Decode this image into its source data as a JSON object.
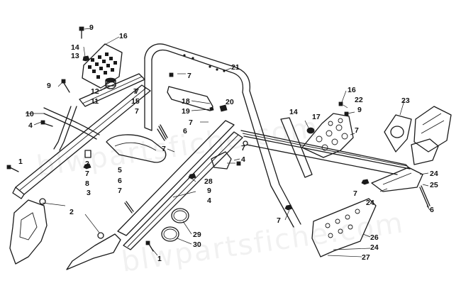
{
  "diagram": {
    "type": "exploded-parts-diagram",
    "watermark": "blwpartsfiche.com",
    "callouts": [
      {
        "id": "c-9-top",
        "label": "9"
      },
      {
        "id": "c-16-top",
        "label": "16"
      },
      {
        "id": "c-14-left",
        "label": "14"
      },
      {
        "id": "c-13",
        "label": "13"
      },
      {
        "id": "c-9-left",
        "label": "9"
      },
      {
        "id": "c-7-left",
        "label": "7"
      },
      {
        "id": "c-12",
        "label": "12"
      },
      {
        "id": "c-11",
        "label": "11"
      },
      {
        "id": "c-15",
        "label": "15"
      },
      {
        "id": "c-7-mid",
        "label": "7"
      },
      {
        "id": "c-10",
        "label": "10"
      },
      {
        "id": "c-4-left",
        "label": "4"
      },
      {
        "id": "c-2-left",
        "label": "2"
      },
      {
        "id": "c-7-bracket",
        "label": "7"
      },
      {
        "id": "c-8",
        "label": "8"
      },
      {
        "id": "c-1-left",
        "label": "1"
      },
      {
        "id": "c-3",
        "label": "3"
      },
      {
        "id": "c-2-low",
        "label": "2"
      },
      {
        "id": "c-21",
        "label": "21"
      },
      {
        "id": "c-7-top",
        "label": "7"
      },
      {
        "id": "c-7-tube",
        "label": "7"
      },
      {
        "id": "c-18",
        "label": "18"
      },
      {
        "id": "c-20",
        "label": "20"
      },
      {
        "id": "c-19",
        "label": "19"
      },
      {
        "id": "c-7-row",
        "label": "7"
      },
      {
        "id": "c-6-mid",
        "label": "6"
      },
      {
        "id": "c-7-seat",
        "label": "7"
      },
      {
        "id": "c-5",
        "label": "5"
      },
      {
        "id": "c-6-seat",
        "label": "6"
      },
      {
        "id": "c-7-seat2",
        "label": "7"
      },
      {
        "id": "c-28",
        "label": "28"
      },
      {
        "id": "c-9-mid",
        "label": "9"
      },
      {
        "id": "c-4-mid",
        "label": "4"
      },
      {
        "id": "c-7-mid2",
        "label": "7"
      },
      {
        "id": "c-4-center",
        "label": "4"
      },
      {
        "id": "c-29",
        "label": "29"
      },
      {
        "id": "c-30",
        "label": "30"
      },
      {
        "id": "c-1-bottom",
        "label": "1"
      },
      {
        "id": "c-16-right",
        "label": "16"
      },
      {
        "id": "c-22",
        "label": "22"
      },
      {
        "id": "c-9-right",
        "label": "9"
      },
      {
        "id": "c-14-right",
        "label": "14"
      },
      {
        "id": "c-17",
        "label": "17"
      },
      {
        "id": "c-7-plate",
        "label": "7"
      },
      {
        "id": "c-23",
        "label": "23"
      },
      {
        "id": "c-24-top",
        "label": "24"
      },
      {
        "id": "c-25",
        "label": "25"
      },
      {
        "id": "c-7-br",
        "label": "7"
      },
      {
        "id": "c-24-mid",
        "label": "24"
      },
      {
        "id": "c-6-right",
        "label": "6"
      },
      {
        "id": "c-7-bl",
        "label": "7"
      },
      {
        "id": "c-26",
        "label": "26"
      },
      {
        "id": "c-24-bottom",
        "label": "24"
      },
      {
        "id": "c-27",
        "label": "27"
      }
    ]
  }
}
